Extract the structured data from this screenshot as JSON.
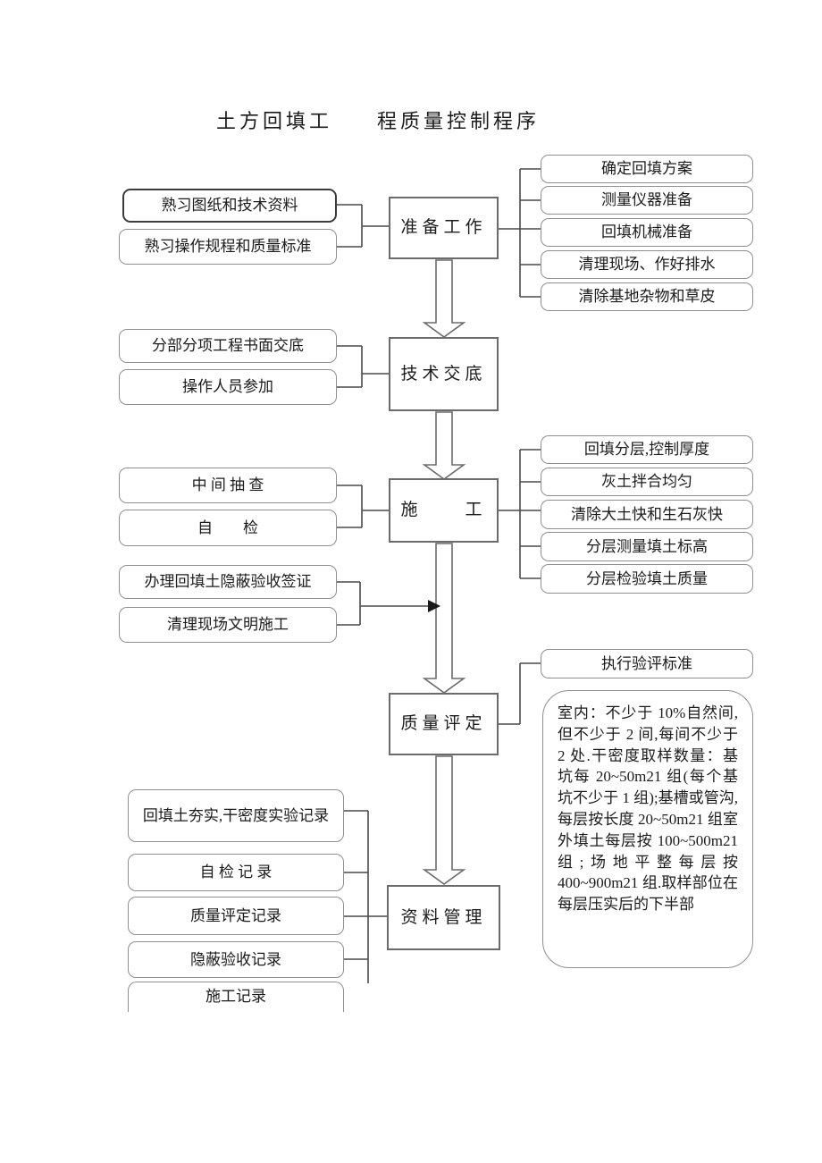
{
  "title": {
    "part1": "土方回填工",
    "part2": "程质量控制程序"
  },
  "prepare": {
    "label": "准备工作",
    "inputs": [
      "熟习图纸和技术资料",
      "熟习操作规程和质量标准"
    ],
    "outputs": [
      "确定回填方案",
      "测量仪器准备",
      "回填机械准备",
      "清理现场、作好排水",
      "清除基地杂物和草皮"
    ]
  },
  "tech": {
    "label": "技术交底",
    "inputs": [
      "分部分项工程书面交底",
      "操作人员参加"
    ]
  },
  "construct": {
    "label": "施　　工",
    "inputs": [
      "中 间 抽 查",
      "自　　检"
    ],
    "outputs": [
      "回填分层,控制厚度",
      "灰土拌合均匀",
      "清除大土快和生石灰快",
      "分层测量填土标高",
      "分层检验填土质量"
    ],
    "side_inputs": [
      "办理回填土隐蔽验收签证",
      "清理现场文明施工"
    ]
  },
  "quality": {
    "label": "质量评定",
    "standard": "执行验评标准",
    "detail": "室内：不少于 10%自然间,但不少于 2 间,每间不少于 2 处.干密度取样数量：基坑每 20~50m21 组(每个基坑不少于 1 组);基槽或管沟,每层按长度 20~50m21 组室外填土每层按 100~500m21 组;场地平整每层按 400~900m21 组.取样部位在每层压实后的下半部"
  },
  "archive": {
    "label": "资料管理",
    "inputs": [
      "回填土夯实,干密度实验记录",
      "自 检 记 录",
      "质量评定记录",
      "隐蔽验收记录",
      "施工记录"
    ]
  },
  "colors": {
    "line": "#4a4a4a",
    "box_border": "#8f8f8f",
    "dark_box_border": "#3c3c3c",
    "stage_border": "#6b6b6b",
    "text": "#1b1b1b"
  }
}
